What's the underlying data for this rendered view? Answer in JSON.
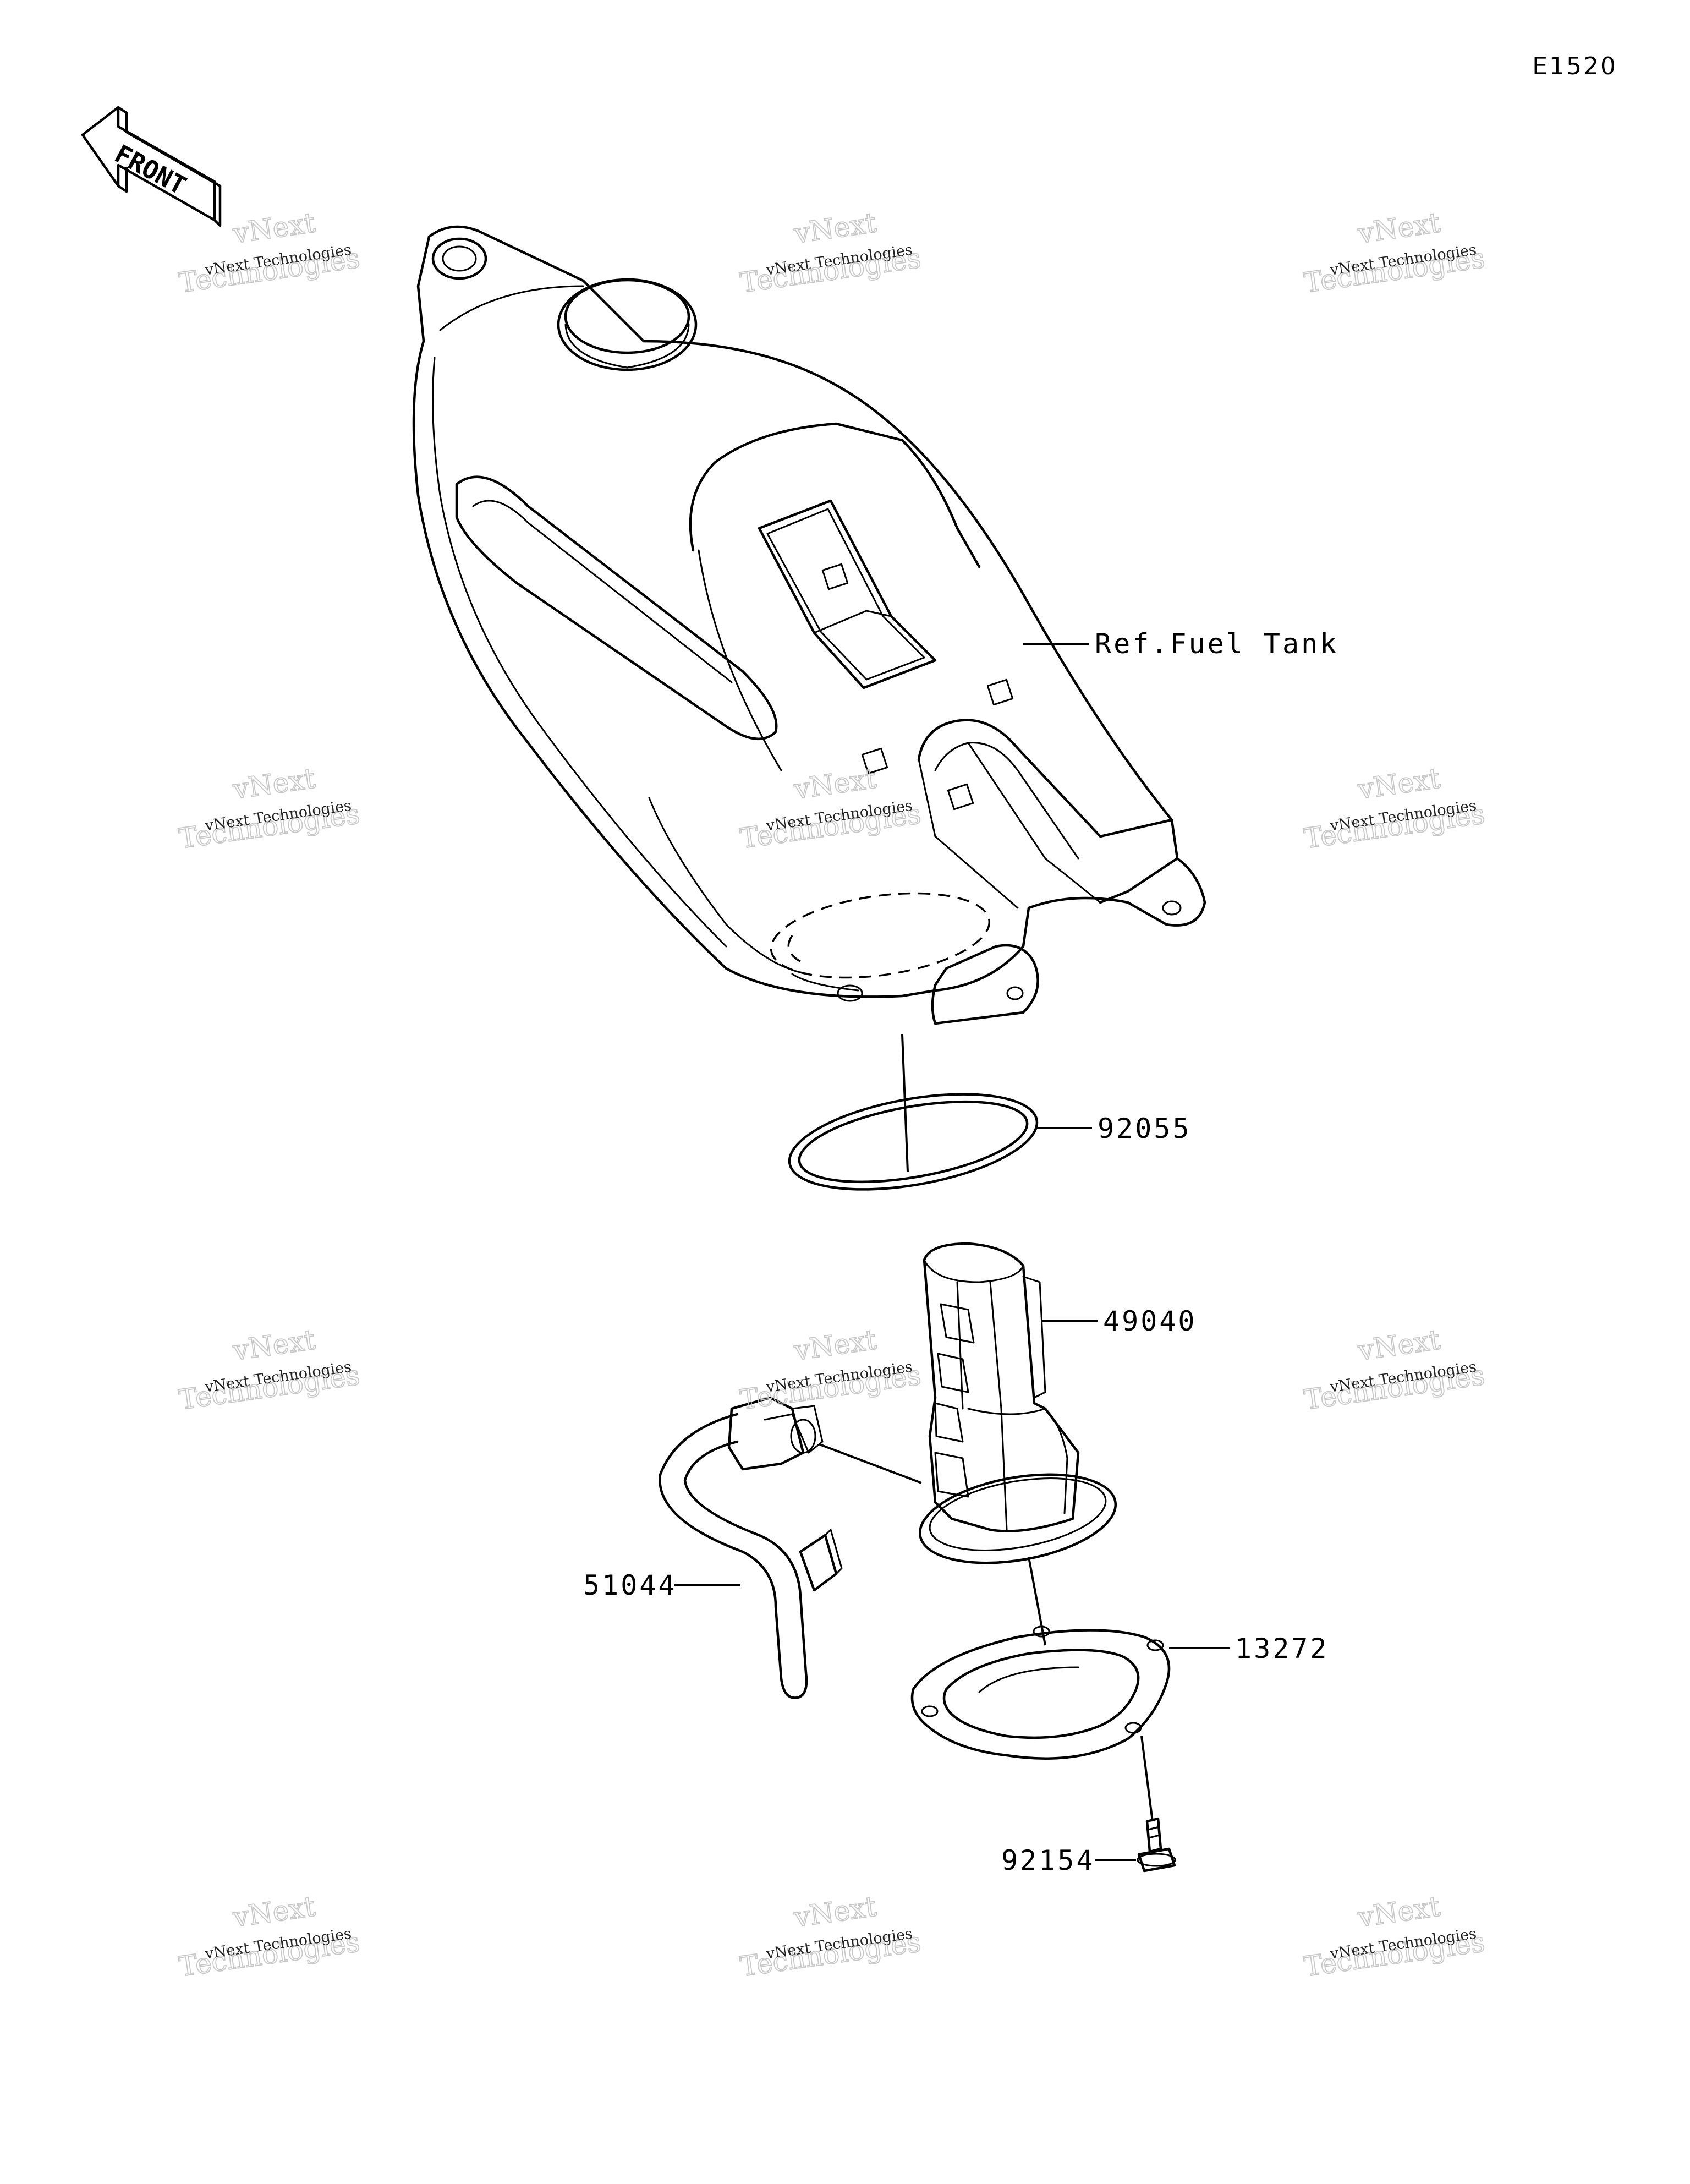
{
  "diagram": {
    "code": "E1520",
    "direction_label": "FRONT",
    "watermark": {
      "line1": "vNext Technologies",
      "line2": "vNext",
      "line3": "Technologies"
    },
    "callouts": [
      {
        "id": "ref-fuel-tank",
        "text": "Ref.Fuel Tank"
      },
      {
        "id": "92055",
        "text": "92055"
      },
      {
        "id": "49040",
        "text": "49040"
      },
      {
        "id": "51044",
        "text": "51044"
      },
      {
        "id": "13272",
        "text": "13272"
      },
      {
        "id": "92154",
        "text": "92154"
      }
    ]
  }
}
